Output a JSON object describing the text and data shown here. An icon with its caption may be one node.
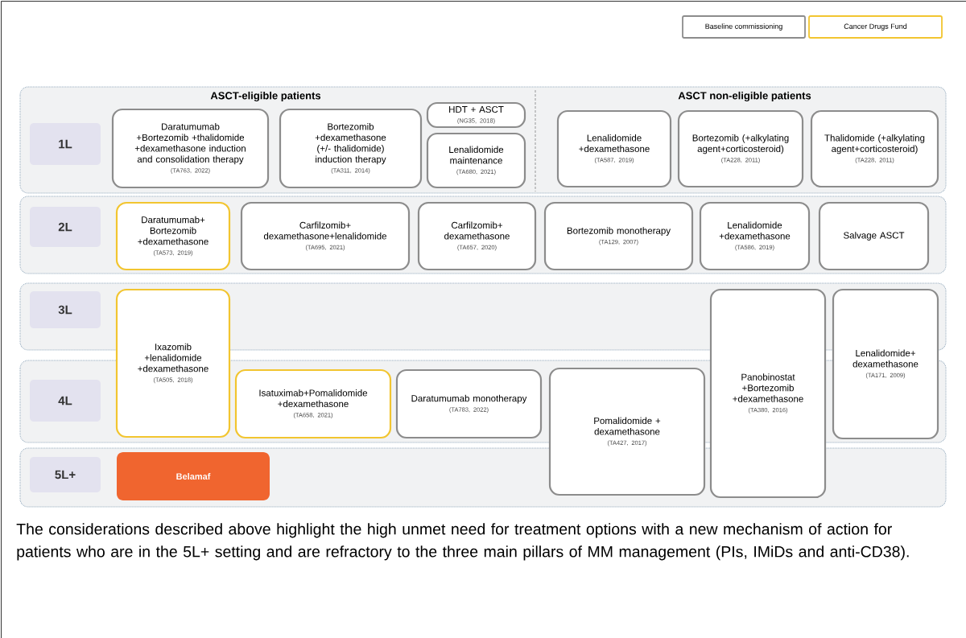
{
  "diagram": {
    "nodes": [
      {
        "text": [
          "1L"
        ]
      },
      {
        "text": [
          "Daratumumab +Bortezomib +thalidomide +dexamethasone induction and consolidation therapy",
          "(TA763, 2022)"
        ]
      },
      {
        "text": [
          "Bortezomib +dexamethasone (+/- thalidomide) induction therapy",
          "(TA311, 2014)"
        ]
      },
      {
        "text": [
          "HDT + ASCT",
          "(NG35, 2018)"
        ]
      },
      {
        "text": [
          "Lenalidomide maintenance",
          "(TA680, 2021)"
        ]
      },
      {
        "text": [
          "Lenalidomide +dexamethasone",
          "(TA587, 2019)"
        ]
      },
      {
        "text": [
          "Bortezomib (+alkylating agent+corticosteroid)",
          "(TA228, 2011)"
        ]
      },
      {
        "text": [
          "Thalidomide (+alkylating agent+corticosteroid)",
          "(TA228, 2011)"
        ]
      },
      {
        "text": [
          "2L"
        ]
      },
      {
        "text": [
          "Daratumumab+ Bortezomib +dexamethasone",
          "(TA573, 2019)"
        ]
      },
      {
        "text": [
          "Carfilzomib+ dexamethasone+lenalidomide",
          "(TA695, 2021)"
        ]
      },
      {
        "text": [
          "Carfilzomib+ dexamethasone",
          "(TA657, 2020)"
        ]
      },
      {
        "text": [
          "Bortezomib monotherapy",
          "(TA129, 2007)"
        ]
      },
      {
        "text": [
          "Lenalidomide +dexamethasone",
          "(TA586, 2019)"
        ]
      },
      {
        "text": [
          "Salvage ASCT"
        ]
      },
      {
        "text": [
          "3L"
        ]
      },
      {
        "text": [
          "Ixazomib +lenalidomide +dexamethasone",
          "(TA505, 2018)"
        ]
      },
      {
        "text": [
          "Panobinostat +Bortezomib +dexamethasone",
          "(TA380, 2016)"
        ]
      },
      {
        "text": [
          "Lenalidomide+ dexamethasone",
          "(TA171, 2009)"
        ]
      },
      {
        "text": [
          "4L"
        ]
      },
      {
        "text": [
          "Isatuximab+Pomalidomide +dexamethasone",
          "(TA658, 2021)"
        ]
      },
      {
        "text": [
          "Daratumumab monotherapy",
          "(TA783, 2022)"
        ]
      },
      {
        "text": [
          "Pomalidomide + dexamethasone",
          "(TA427, 2017)"
        ]
      },
      {
        "text": [
          "5L+"
        ]
      },
      {
        "text": [
          "Belamaf"
        ]
      }
    ],
    "labels": [
      "ASCT-eligible patients",
      "ASCT non-eligible patients"
    ],
    "legend": [
      {
        "text": "Baseline commissioning"
      },
      {
        "text": "Cancer Drugs Fund"
      }
    ],
    "caption": "The considerations described above highlight the high unmet need for treatment options with a new mechanism of action for patients who are in the 5L+ setting and are refractory to the three main pillars of MM management (PIs, IMiDs and anti-CD38)."
  }
}
